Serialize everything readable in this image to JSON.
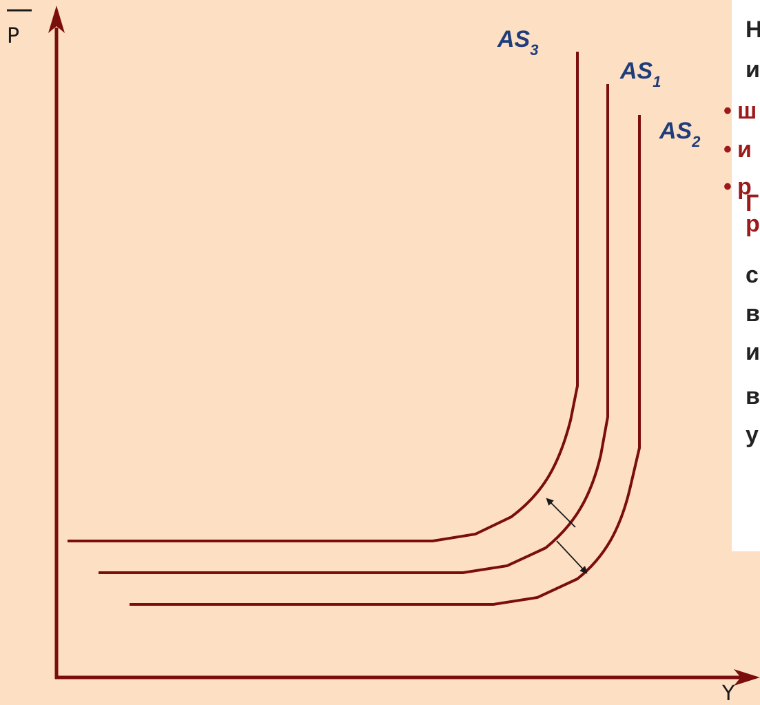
{
  "colors": {
    "background": "#fde0c4",
    "curve": "#7a0d0d",
    "label_blue": "#1f3d7a",
    "bullet_red": "#9c1a1a",
    "text_dark": "#222222"
  },
  "axes": {
    "y_label": "P",
    "x_label": "Y"
  },
  "curves": [
    {
      "id": "as3",
      "name": "AS",
      "sub": "3"
    },
    {
      "id": "as1",
      "name": "AS",
      "sub": "1"
    },
    {
      "id": "as2",
      "name": "AS",
      "sub": "2"
    }
  ],
  "side_text": {
    "line1": "Н",
    "line2": "и",
    "bullet1": "ш",
    "bullet2": "и",
    "bullet3": "р",
    "line_overlap": "Г",
    "line3": "р",
    "line4": "с",
    "line5": "в",
    "line6": "и",
    "line7": "в",
    "line8": "у",
    "bullet_char": "•"
  }
}
